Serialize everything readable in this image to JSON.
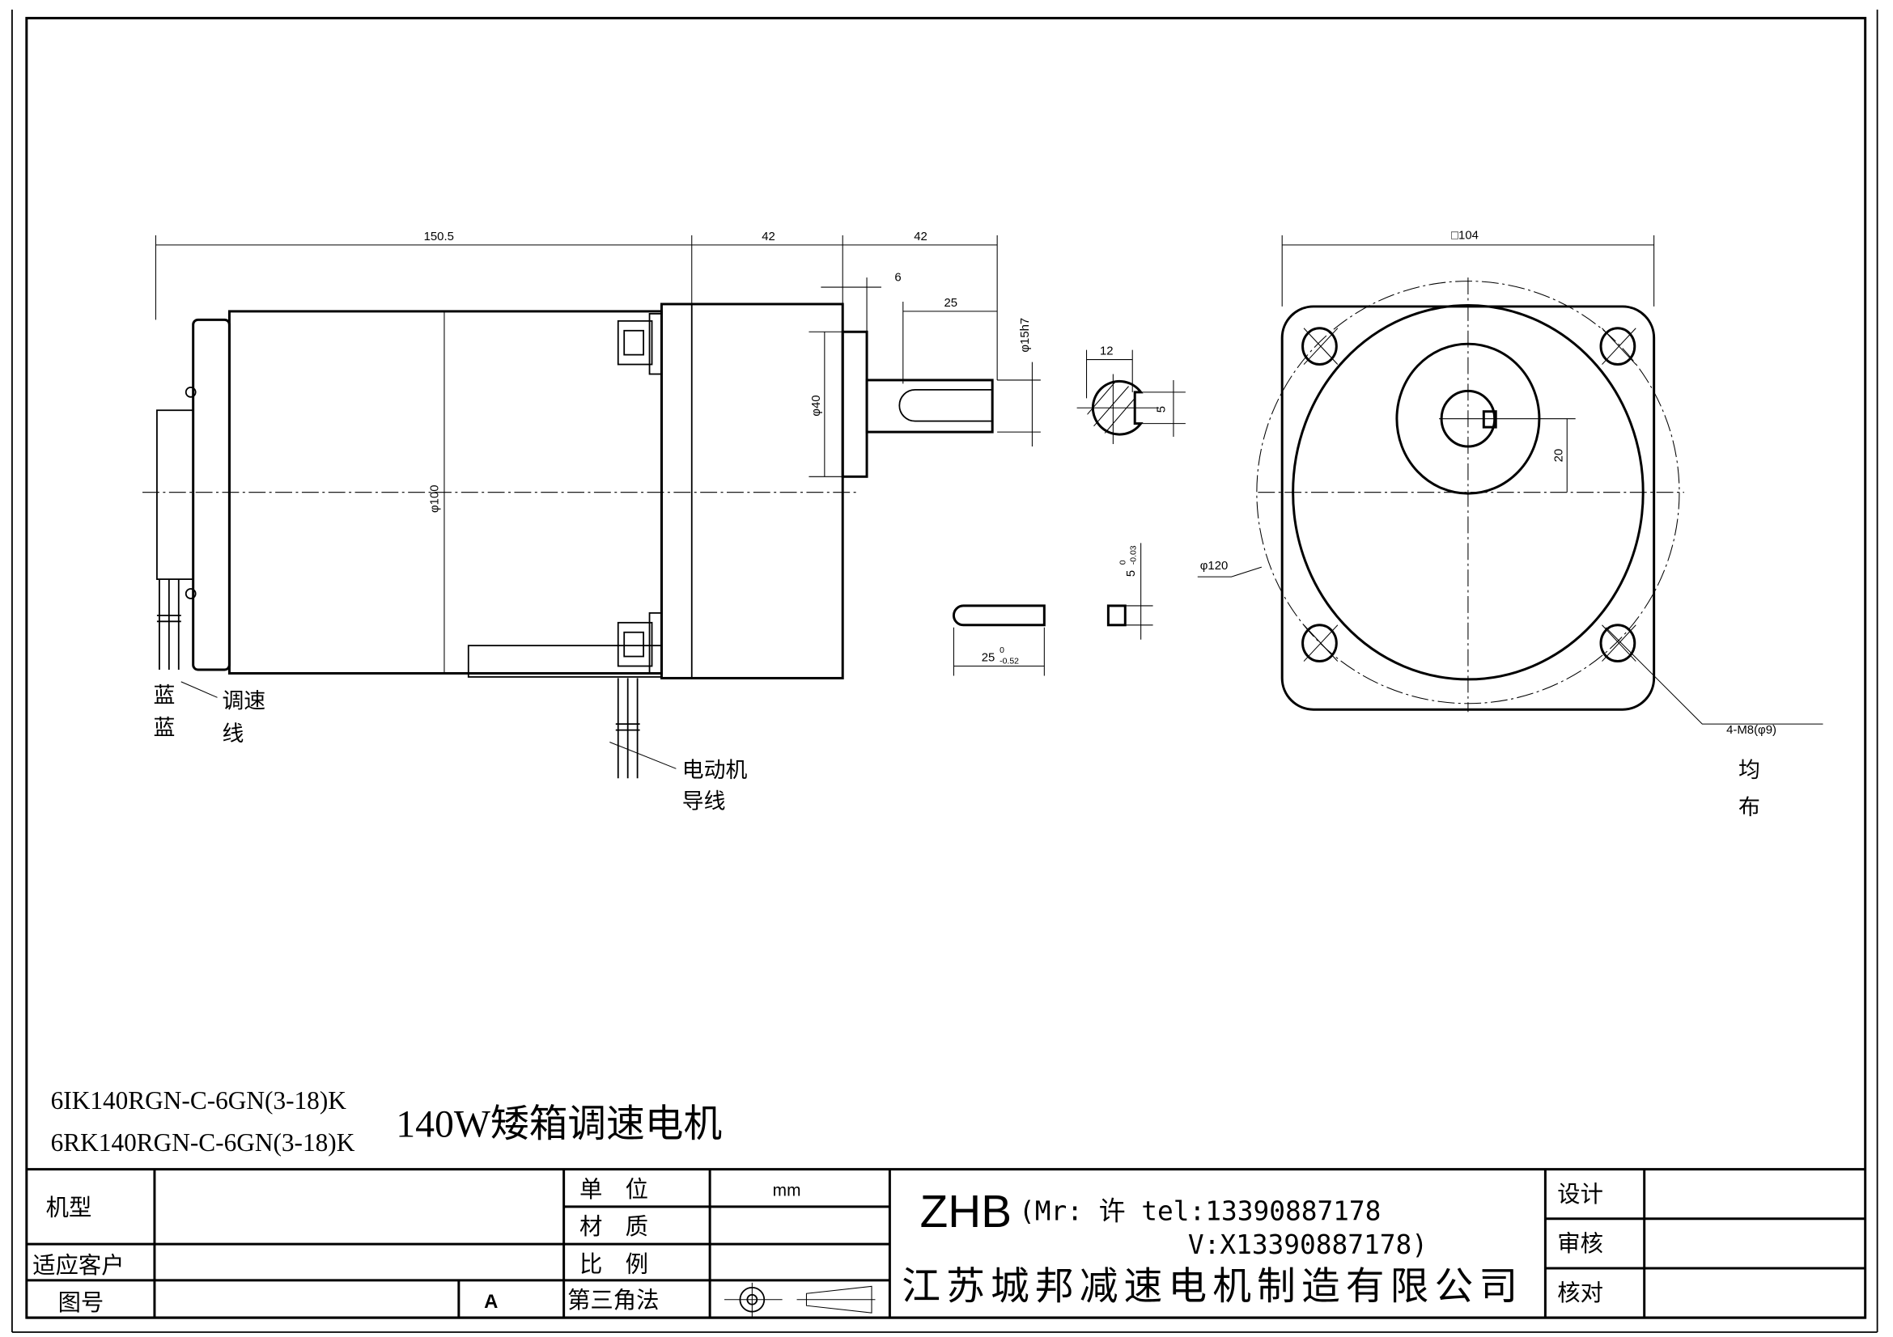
{
  "dimensions": {
    "len_motor": "150.5",
    "len_gearbox": "42",
    "len_shaft": "42",
    "flange_step": "6",
    "key_len": "25",
    "shaft_dia": "φ15h7",
    "pilot_dia": "φ40",
    "body_dia": "φ100",
    "section_width": "12",
    "section_key": "5",
    "key_height": "5",
    "key_height_upper": "0",
    "key_height_lower": "-0.03",
    "key_length": "25",
    "key_length_upper": "0",
    "key_length_lower": "-0.52",
    "flange_square": "□104",
    "shaft_offset": "20",
    "pcd": "φ120",
    "mount_holes": "4-M8(φ9)"
  },
  "labels": {
    "blue1": "蓝",
    "blue2": "蓝",
    "speed_line_1": "调速",
    "speed_line_2": "线",
    "motor_lead_1": "电动机",
    "motor_lead_2": "导线",
    "evenly_1": "均",
    "evenly_2": "布"
  },
  "title": {
    "model_1": "6IK140RGN-C-6GN(3-18)K",
    "model_2": "6RK140RGN-C-6GN(3-18)K",
    "name": "140W矮箱调速电机"
  },
  "title_block": {
    "model_label": "机型",
    "customer_label": "适应客户",
    "drawing_no_label": "图号",
    "revision": "A",
    "unit_label": "单　位",
    "unit_value": "mm",
    "material_label": "材　质",
    "scale_label": "比　例",
    "projection_label": "第三角法",
    "brand": "ZHB",
    "contact_1": "(Mr: 许 tel:13390887178",
    "contact_2": "V:X13390887178)",
    "company": "江苏城邦减速电机制造有限公司",
    "design_label": "设计",
    "review_label": "审核",
    "check_label": "核对"
  }
}
